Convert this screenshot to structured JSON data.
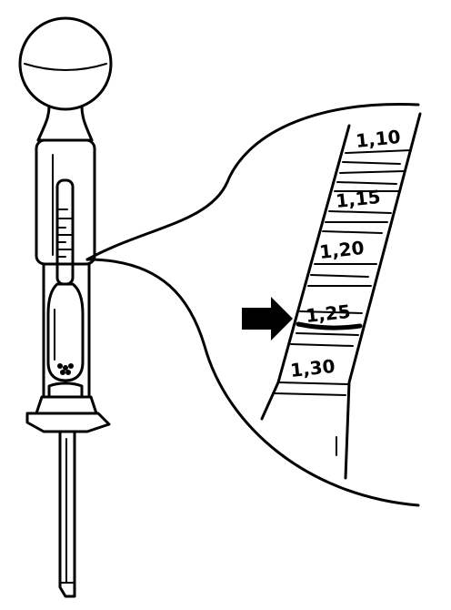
{
  "scale": {
    "labels": [
      "1,10",
      "1,15",
      "1,20",
      "1,25",
      "1,30"
    ],
    "reading": "1,25"
  },
  "colors": {
    "ink": "#000000",
    "background": "#ffffff"
  },
  "icons": {
    "pointer": "arrow-right-icon"
  }
}
